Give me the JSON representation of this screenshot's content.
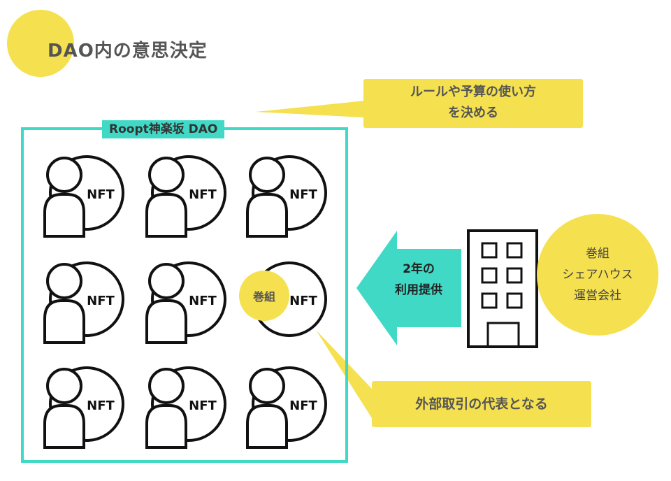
{
  "title": "DAO内の意思決定",
  "dao": {
    "label": "Roopt神楽坂 DAO",
    "nft_label": "NFT",
    "member_count": 9,
    "makigumi_label": "巻組"
  },
  "callouts": {
    "rules": [
      "ルールや予算の使い方",
      "を決める"
    ],
    "external": "外部取引の代表となる"
  },
  "arrow": {
    "lines": [
      "2年の",
      "利用提供"
    ]
  },
  "company": {
    "lines": [
      "巻組",
      "シェアハウス",
      "運営会社"
    ]
  },
  "colors": {
    "teal": "#3fd9c6",
    "yellow": "#f5e050",
    "text": "#555555",
    "outline": "#111111"
  }
}
